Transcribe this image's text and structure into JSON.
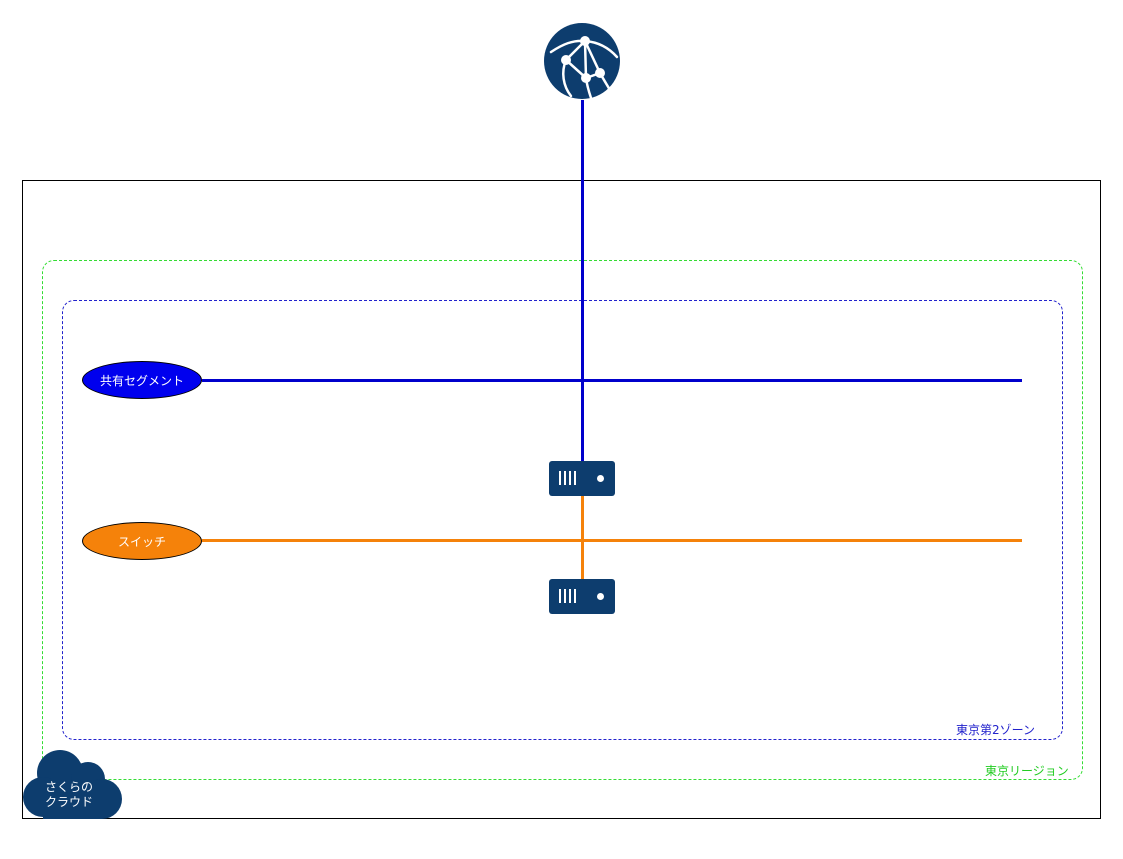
{
  "diagram": {
    "shared_segment": {
      "label": "共有セグメント",
      "color": "#0000ee"
    },
    "switch": {
      "label": "スイッチ",
      "color": "#f5820a"
    },
    "zone": {
      "label": "東京第2ゾーン",
      "color": "#2222cc"
    },
    "region": {
      "label": "東京リージョン",
      "color": "#22cc22"
    },
    "provider": {
      "label": "さくらの\nクラウド"
    },
    "icons": {
      "internet": "globe-network-icon",
      "server": "server-icon",
      "cloud": "cloud-icon"
    },
    "colors": {
      "icon": "#0d3d6e",
      "internet_link": "#0000cc",
      "switch_link": "#f5820a"
    }
  }
}
